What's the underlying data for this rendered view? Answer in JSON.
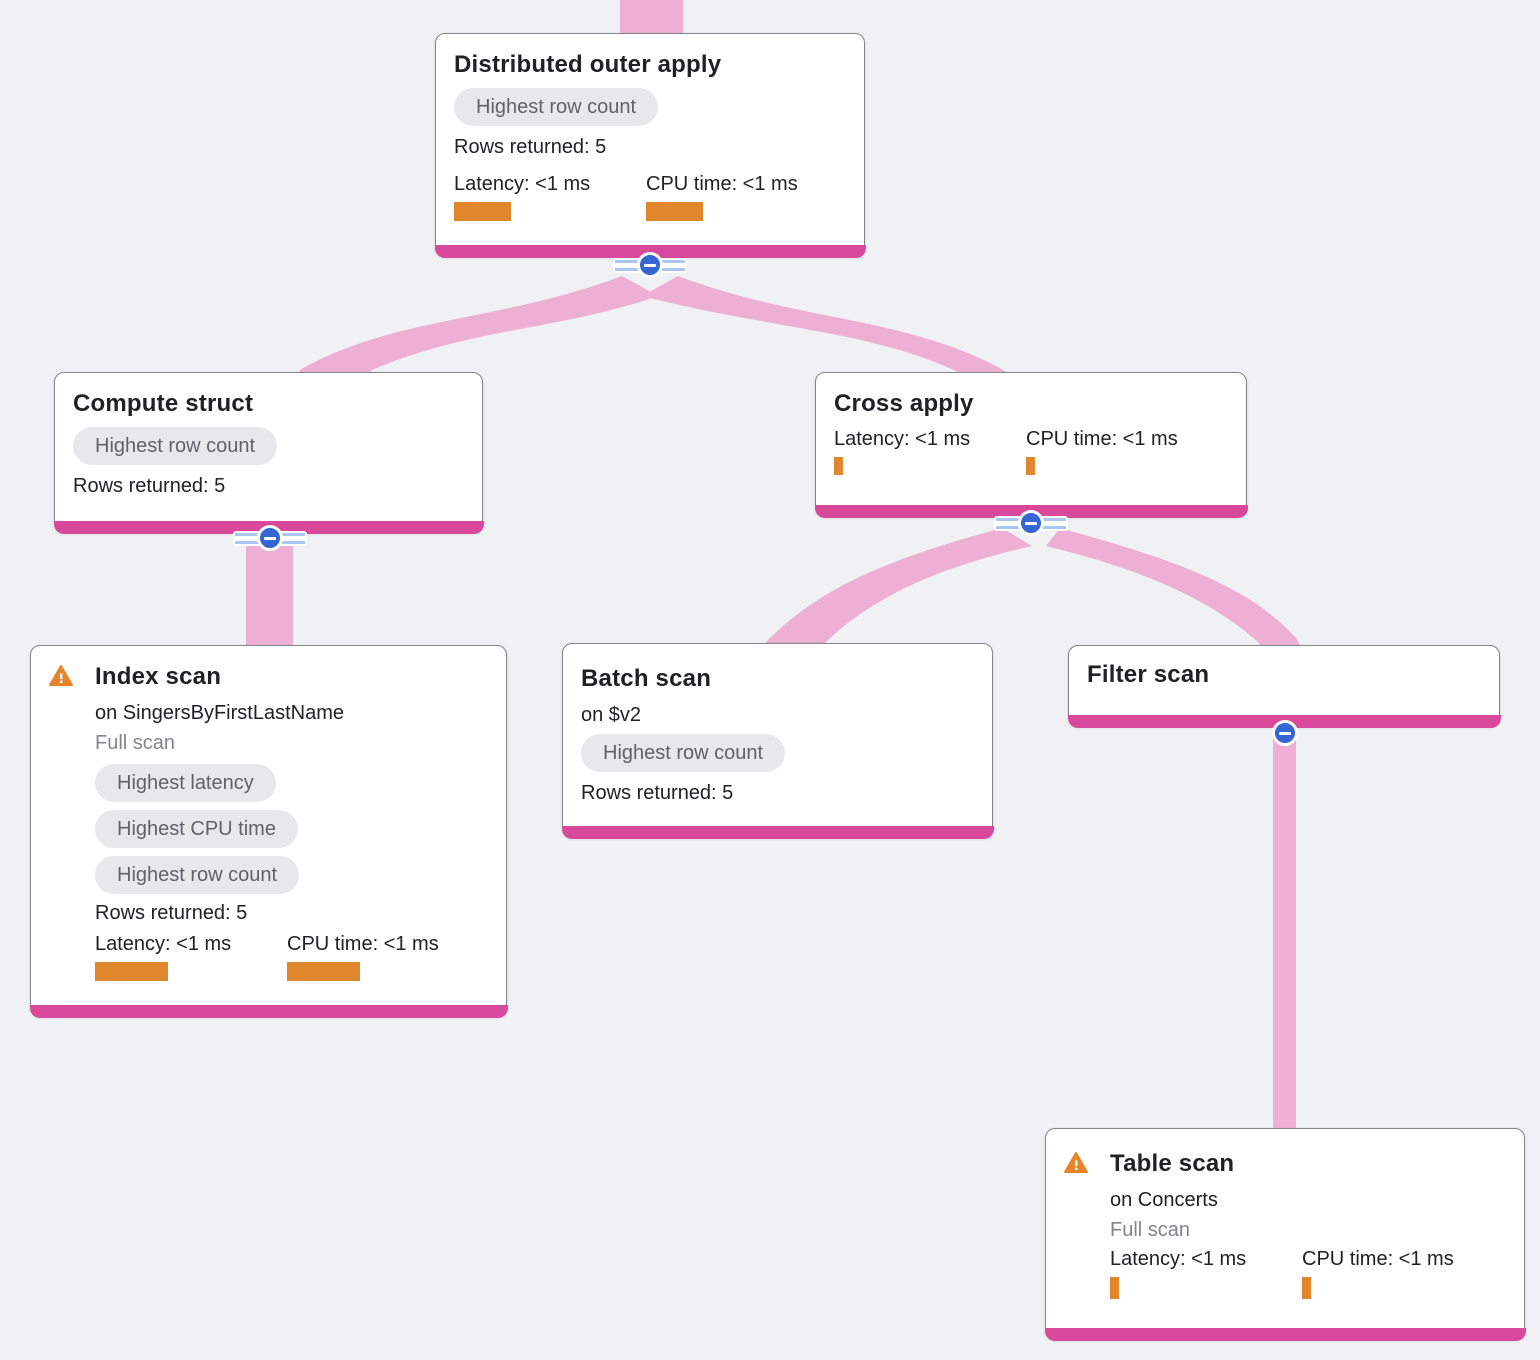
{
  "app": "query-execution-plan-visualizer",
  "colors": {
    "background": "#f0f1f4",
    "node_accent_pink": "#d9499b",
    "ribbon_pink": "#edafd3",
    "metric_bar_orange": "#e0862d",
    "collapse_blue": "#3566d4",
    "collapse_stripe_blue": "#a9c6f5",
    "chip_bg": "#e7e8ea",
    "chip_text": "#5f6368",
    "warning_orange": "#e6842a"
  },
  "nodes": [
    {
      "title": "Distributed outer apply",
      "chips": [
        "Highest row count"
      ],
      "rows_returned": "Rows returned: 5",
      "metrics": {
        "latency": "Latency: <1 ms",
        "cpu": "CPU time: <1 ms"
      }
    },
    {
      "title": "Compute struct",
      "chips": [
        "Highest row count"
      ],
      "rows_returned": "Rows returned: 5"
    },
    {
      "title": "Cross apply",
      "metrics": {
        "latency": "Latency: <1 ms",
        "cpu": "CPU time: <1 ms"
      }
    },
    {
      "title": "Index scan",
      "subtitle": "on SingersByFirstLastName",
      "scan_mode": "Full scan",
      "warning": true,
      "chips": [
        "Highest latency",
        "Highest CPU time",
        "Highest row count"
      ],
      "rows_returned": "Rows returned: 5",
      "metrics": {
        "latency": "Latency: <1 ms",
        "cpu": "CPU time: <1 ms"
      }
    },
    {
      "title": "Batch scan",
      "subtitle": "on $v2",
      "chips": [
        "Highest row count"
      ],
      "rows_returned": "Rows returned: 5"
    },
    {
      "title": "Filter scan"
    },
    {
      "title": "Table scan",
      "subtitle": "on Concerts",
      "scan_mode": "Full scan",
      "warning": true,
      "metrics": {
        "latency": "Latency: <1 ms",
        "cpu": "CPU time: <1 ms"
      }
    }
  ],
  "edges": [
    {
      "from": "Distributed outer apply",
      "to": "Compute struct"
    },
    {
      "from": "Distributed outer apply",
      "to": "Cross apply"
    },
    {
      "from": "Compute struct",
      "to": "Index scan"
    },
    {
      "from": "Cross apply",
      "to": "Batch scan"
    },
    {
      "from": "Cross apply",
      "to": "Filter scan"
    },
    {
      "from": "Filter scan",
      "to": "Table scan"
    }
  ]
}
